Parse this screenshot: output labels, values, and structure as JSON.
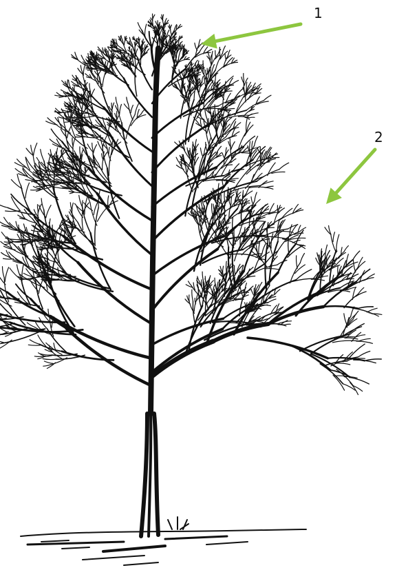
{
  "callouts": [
    {
      "label": "1",
      "target": "central-leader-tip"
    },
    {
      "label": "2",
      "target": "side-branch"
    }
  ],
  "colors": {
    "arrow": "#8dc63f",
    "ink": "#111111",
    "background": "#ffffff"
  }
}
